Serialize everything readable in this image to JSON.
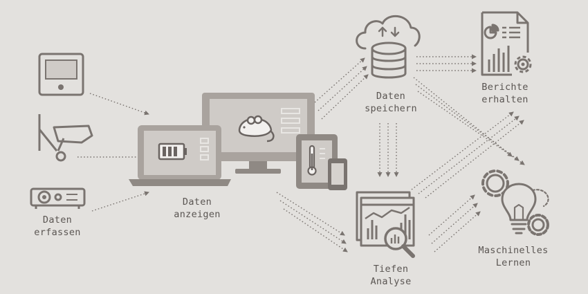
{
  "palette": {
    "background": "#e3e1de",
    "stroke": "#7a7470",
    "screen_fill": "#cfcbc7",
    "text": "#5a5552"
  },
  "labels": {
    "collect": [
      "Daten",
      "erfassen"
    ],
    "display": [
      "Daten",
      "anzeigen"
    ],
    "store": [
      "Daten",
      "speichern"
    ],
    "reports": [
      "Berichte",
      "erhalten"
    ],
    "analysis": [
      "Tiefen",
      "Analyse"
    ],
    "ml": [
      "Maschinelles",
      "Lernen"
    ]
  },
  "icons": {
    "source_devices": [
      "tablet-terminal-icon",
      "security-camera-icon",
      "projector-icon"
    ],
    "display_devices": [
      "laptop-battery-icon",
      "monitor-mouse-icon",
      "tablet-thermometer-icon",
      "phone-icon"
    ],
    "store": "cloud-database-icon",
    "reports": "report-chart-gear-icon",
    "analysis": "analysis-magnifier-icon",
    "ml": "lightbulb-gears-icon"
  }
}
